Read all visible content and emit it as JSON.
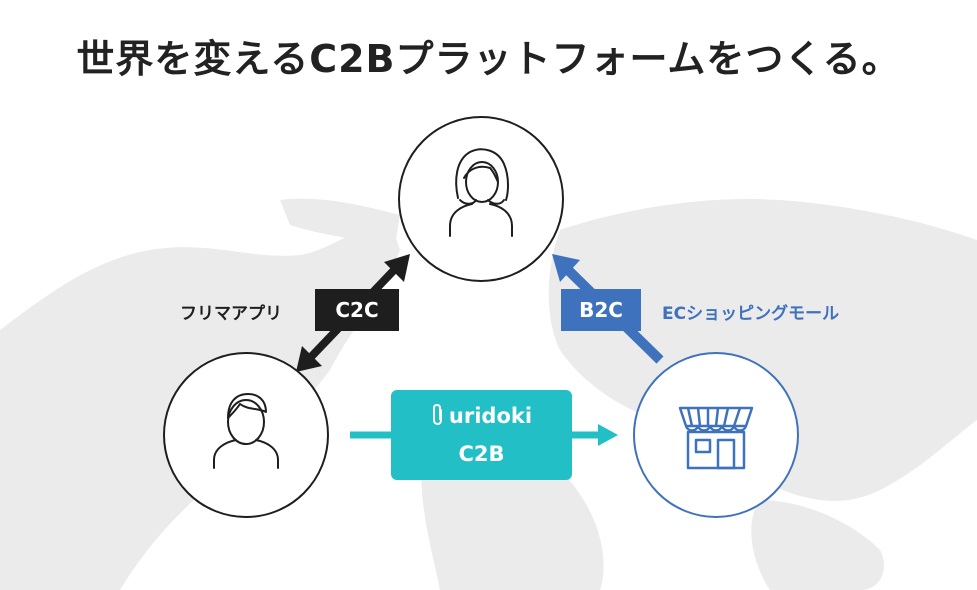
{
  "title": "世界を変えるC2Bプラットフォームをつくる。",
  "nodes": {
    "top": {
      "icon": "woman-icon"
    },
    "left": {
      "icon": "man-icon"
    },
    "right": {
      "icon": "store-icon"
    }
  },
  "edges": {
    "c2c": {
      "badge": "C2C",
      "label": "フリマアプリ"
    },
    "b2c": {
      "badge": "B2C",
      "label": "ECショッピングモール"
    },
    "c2b": {
      "brand": "uridoki",
      "badge": "C2B",
      "brand_icon": "paperclip-icon"
    }
  },
  "colors": {
    "c2c": "#1e1e1e",
    "b2c": "#3f72bd",
    "c2b": "#22bfc6",
    "map": "#e9e9e9",
    "text": "#222222"
  }
}
